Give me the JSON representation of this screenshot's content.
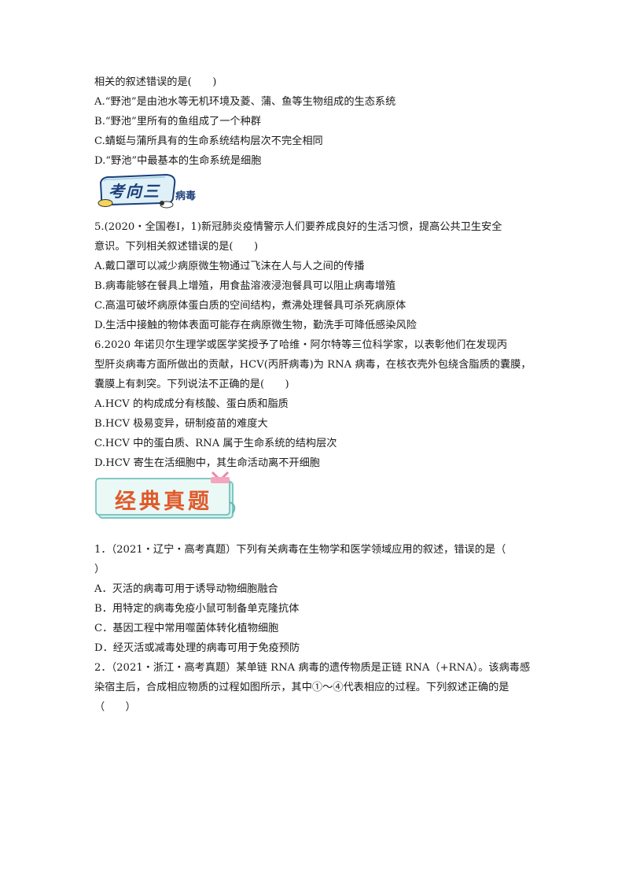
{
  "lines_top": [
    "相关的叙述错误的是(　　)",
    "A.“野池”是由池水等无机环境及菱、蒲、鱼等生物组成的生态系统",
    "B.“野池”里所有的鱼组成了一个种群",
    "C.蜻蜓与蒲所具有的生命系统结构层次不完全相同",
    "D.“野池”中最基本的生命系统是细胞"
  ],
  "banner1": {
    "label": "考向三",
    "topic": "病毒"
  },
  "lines_mid": [
    "5.(2020・全国卷Ⅰ，1)新冠肺炎疫情警示人们要养成良好的生活习惯，提高公共卫生安全",
    "意识。下列相关叙述错误的是(　　)",
    "A.戴口罩可以减少病原微生物通过飞沫在人与人之间的传播",
    "B.病毒能够在餐具上增殖，用食盐溶液浸泡餐具可以阻止病毒增殖",
    "C.高温可破坏病原体蛋白质的空间结构，煮沸处理餐具可杀死病原体",
    "D.生活中接触的物体表面可能存在病原微生物，勤洗手可降低感染风险",
    "6.2020 年诺贝尔生理学或医学奖授予了哈维・阿尔特等三位科学家，以表彰他们在发现丙",
    "型肝炎病毒方面所做出的贡献，HCV(丙肝病毒)为 RNA 病毒，在核衣壳外包绕含脂质的囊膜，",
    "囊膜上有刺突。下列说法不正确的是(　　)",
    "A.HCV 的构成成分有核酸、蛋白质和脂质",
    "B.HCV 极易变异，研制疫苗的难度大",
    "C.HCV 中的蛋白质、RNA 属于生命系统的结构层次",
    "D.HCV 寄生在活细胞中，其生命活动离不开细胞"
  ],
  "banner2": {
    "label": "经典真题"
  },
  "lines_bottom": [
    "1．（2021・辽宁・高考真题）下列有关病毒在生物学和医学领域应用的叙述，错误的是（",
    "）",
    "A．灭活的病毒可用于诱导动物细胞融合",
    "B．用特定的病毒免疫小鼠可制备单克隆抗体",
    "C．基因工程中常用噬菌体转化植物细胞",
    "D．经灭活或减毒处理的病毒可用于免疫预防",
    "2．（2021・浙江・高考真题）某单链 RNA 病毒的遗传物质是正链 RNA（+RNA）。该病毒感",
    "染宿主后，合成相应物质的过程如图所示，其中①～④代表相应的过程。下列叙述正确的是",
    "（　　）"
  ]
}
